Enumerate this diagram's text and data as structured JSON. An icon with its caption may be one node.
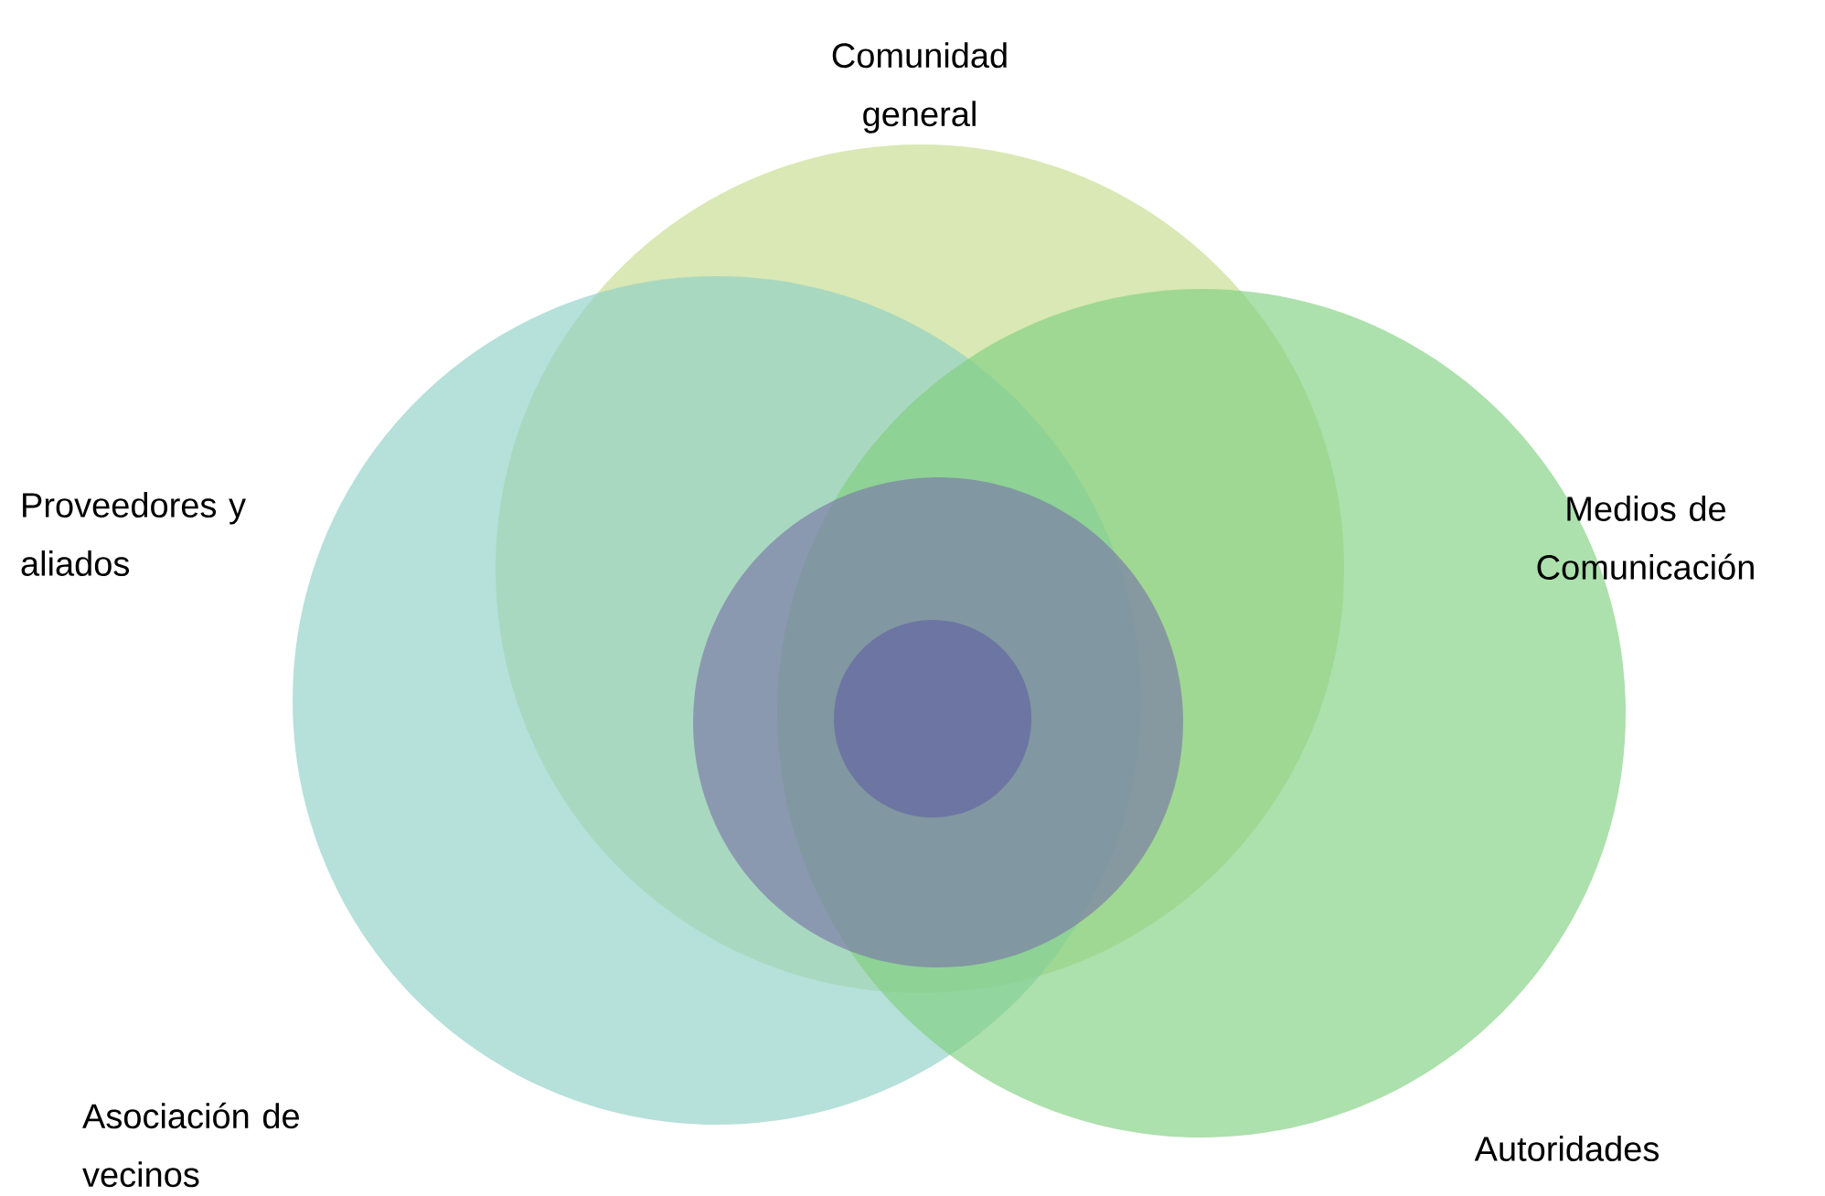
{
  "diagram": {
    "nodes": [
      {
        "text": [
          "Comunidad general"
        ]
      },
      {
        "text": [
          "Proveedores y aliados"
        ]
      },
      {
        "text": [
          "Medios de Comunicación"
        ]
      },
      {
        "text": [],
        "shape": "circle",
        "in": 0
      },
      {
        "text": [],
        "shape": "circle",
        "in": 3
      }
    ],
    "labels": [
      "Asociación de vecinos",
      "Autoridades"
    ]
  }
}
